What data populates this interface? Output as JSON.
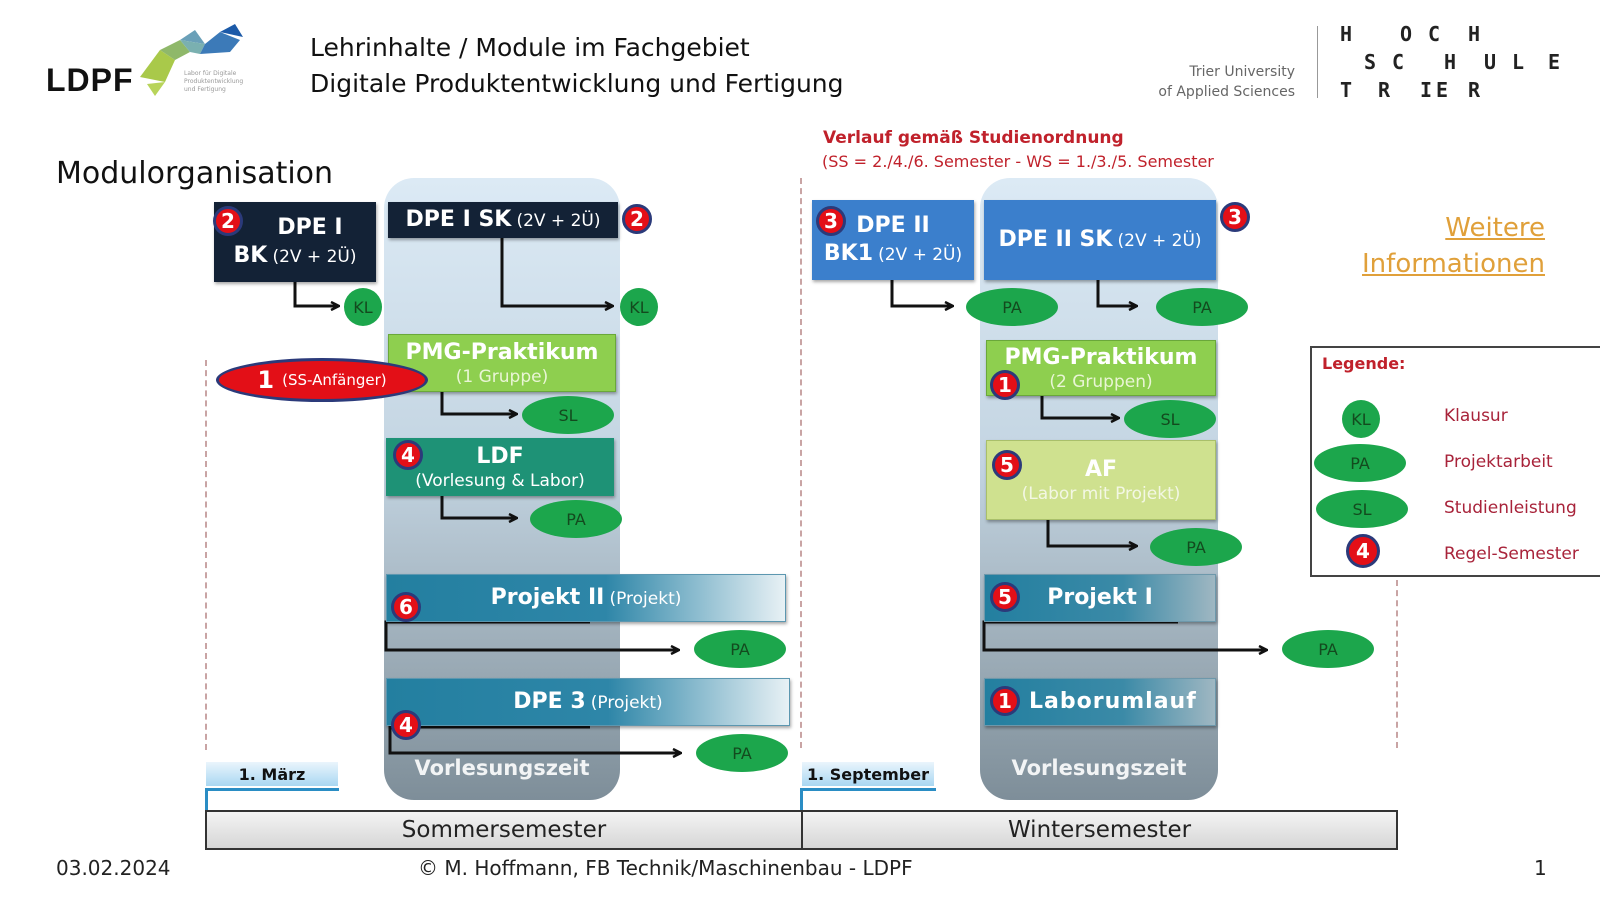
{
  "header": {
    "logo_text": "LDPF",
    "logo_subtext": "Labor für Digitale Produktentwicklung und Fertigung",
    "title_line1": "Lehrinhalte / Module im Fachgebiet",
    "title_line2": "Digitale Produktentwicklung und Fertigung",
    "university_line1": "Trier University",
    "university_line2": "of Applied Sciences",
    "hochschule_letters": {
      "row1": [
        "H",
        "O",
        "C",
        "H"
      ],
      "row2": [
        "S",
        "C",
        "H",
        "U",
        "L",
        "E"
      ],
      "row3": [
        "T",
        "R",
        "I",
        "E",
        "R"
      ]
    }
  },
  "section_title": "Modulorganisation",
  "verlauf": {
    "line1": "Verlauf gemäß Studienordnung",
    "line2": "(SS = 2./4./6. Semester - WS = 1./3./5. Semester"
  },
  "link": {
    "line1": "Weitere",
    "line2": "Informationen"
  },
  "summer": {
    "lecture_label": "Vorlesungszeit",
    "start_date": "1. März",
    "semester_label": "Sommersemester",
    "beginner_badge": {
      "number": "1",
      "label": "(SS-Anfänger)"
    },
    "modules": [
      {
        "id": "dpe1-bk",
        "line1": "DPE I",
        "line2_bold": "BK",
        "line2": "(2V + 2Ü)",
        "semester": "2",
        "assessment": "KL"
      },
      {
        "id": "dpe1-sk",
        "line1_bold": "DPE I SK",
        "line1": "(2V + 2Ü)",
        "semester": "2",
        "assessment": "KL"
      },
      {
        "id": "pmg1",
        "line1": "PMG-Praktikum",
        "line2": "(1 Gruppe)",
        "assessment": "SL"
      },
      {
        "id": "ldf",
        "line1": "LDF",
        "line2": "(Vorlesung & Labor)",
        "semester": "4",
        "assessment": "PA"
      },
      {
        "id": "projekt2",
        "line1_bold": "Projekt II",
        "line1": "(Projekt)",
        "semester": "6",
        "assessment": "PA"
      },
      {
        "id": "dpe3",
        "line1_bold": "DPE 3",
        "line1": "(Projekt)",
        "semester": "4",
        "assessment": "PA"
      }
    ]
  },
  "winter": {
    "lecture_label": "Vorlesungszeit",
    "start_date": "1. September",
    "semester_label": "Wintersemester",
    "modules": [
      {
        "id": "dpe2-bk1",
        "line1": "DPE II",
        "line2_bold": "BK1",
        "line2": "(2V + 2Ü)",
        "semester": "3",
        "assessment": "PA"
      },
      {
        "id": "dpe2-sk",
        "line1_bold": "DPE II SK",
        "line1": "(2V + 2Ü)",
        "semester": "3",
        "assessment": "PA"
      },
      {
        "id": "pmg2",
        "line1": "PMG-Praktikum",
        "line2": "(2 Gruppen)",
        "semester": "1",
        "assessment": "SL"
      },
      {
        "id": "af",
        "line1": "AF",
        "line2": "(Labor mit Projekt)",
        "semester": "5",
        "assessment": "PA"
      },
      {
        "id": "projekt1",
        "line1": "Projekt I",
        "semester": "5",
        "assessment": "PA"
      },
      {
        "id": "laborumlauf",
        "line1": "Laborumlauf",
        "semester": "1"
      }
    ]
  },
  "legend": {
    "title": "Legende:",
    "items": [
      {
        "symbol": "KL",
        "label": "Klausur"
      },
      {
        "symbol": "PA",
        "label": "Projektarbeit"
      },
      {
        "symbol": "SL",
        "label": "Studienleistung"
      },
      {
        "symbol": "4",
        "label": "Regel-Semester"
      }
    ]
  },
  "footer": {
    "date": "03.02.2024",
    "copyright": "© M. Hoffmann, FB Technik/Maschinenbau - LDPF",
    "page_number": "1"
  },
  "colors": {
    "badge_red": "#e30f17",
    "assessment_green": "#1ca64c",
    "module_dark": "#132236",
    "module_blue": "#3b7fcc",
    "module_green": "#8ecf4f",
    "module_teal": "#1e9276",
    "accent_red_text": "#c0212b",
    "link_orange": "#e0a03a"
  }
}
